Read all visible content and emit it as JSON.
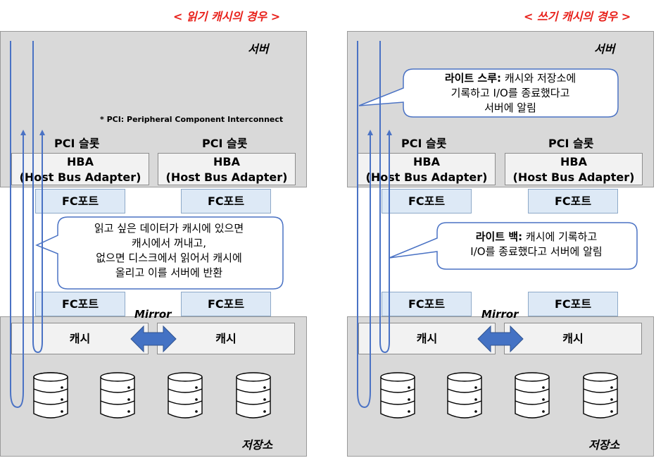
{
  "left": {
    "title": "< 읽기 캐시의 경우 >",
    "server_label": "서버",
    "pci_note": "* PCI: Peripheral Component Interconnect",
    "pci_slot_1": "PCI 슬롯",
    "pci_slot_2": "PCI 슬롯",
    "hba_1": {
      "line1": "HBA",
      "line2": "(Host Bus Adapter)"
    },
    "hba_2": {
      "line1": "HBA",
      "line2": "(Host Bus Adapter)"
    },
    "fc_top_1": "FC포트",
    "fc_top_2": "FC포트",
    "callout": [
      "읽고 싶은 데이터가 캐시에 있으면",
      "캐시에서 꺼내고,",
      "없으면 디스크에서 읽어서 캐시에",
      "올리고 이를 서버에 반환"
    ],
    "fc_bottom_1": "FC포트",
    "fc_bottom_2": "FC포트",
    "mirror": "Mirror",
    "cache_1": "캐시",
    "cache_2": "캐시",
    "storage_label": "저장소"
  },
  "right": {
    "title": "< 쓰기 캐시의 경우 >",
    "server_label": "서버",
    "callout_top": {
      "bold": "라이트 스루:",
      "line1_rest": " 캐시와 저장소에",
      "line2": "기록하고 I/O를 종료했다고",
      "line3": "서버에 알림"
    },
    "pci_slot_1": "PCI 슬롯",
    "pci_slot_2": "PCI 슬롯",
    "hba_1": {
      "line1": "HBA",
      "line2": "(Host Bus Adapter)"
    },
    "hba_2": {
      "line1": "HBA",
      "line2": "(Host Bus Adapter)"
    },
    "fc_top_1": "FC포트",
    "fc_top_2": "FC포트",
    "callout_mid": {
      "bold": "라이트 백:",
      "line1_rest": " 캐시에 기록하고",
      "line2": "I/O를 종료했다고 서버에 알림"
    },
    "fc_bottom_1": "FC포트",
    "fc_bottom_2": "FC포트",
    "mirror": "Mirror",
    "cache_1": "캐시",
    "cache_2": "캐시",
    "storage_label": "저장소"
  },
  "colors": {
    "title_red": "#e8211b",
    "flow_blue": "#4a72c4",
    "mirror_arrow": "#4472c4",
    "panel_gray": "#d9d9d9",
    "fc_fill": "#dde9f6"
  }
}
